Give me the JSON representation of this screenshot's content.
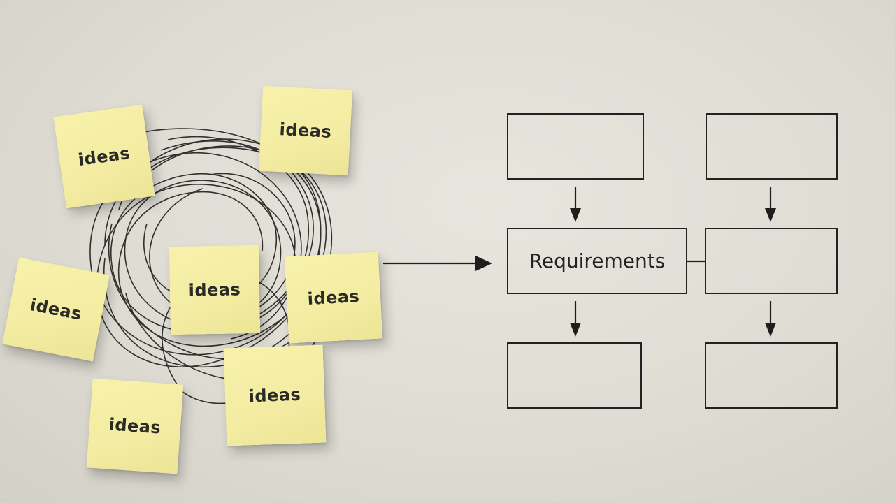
{
  "notes": [
    {
      "text": "ideas"
    },
    {
      "text": "ideas"
    },
    {
      "text": "ideas"
    },
    {
      "text": "ideas"
    },
    {
      "text": "ideas"
    },
    {
      "text": "ideas"
    },
    {
      "text": "ideas"
    }
  ],
  "diagram": {
    "center_label": "Requirements"
  },
  "colors": {
    "note": "#f3eca2",
    "ink": "#222222",
    "background": "#dedcd3"
  }
}
